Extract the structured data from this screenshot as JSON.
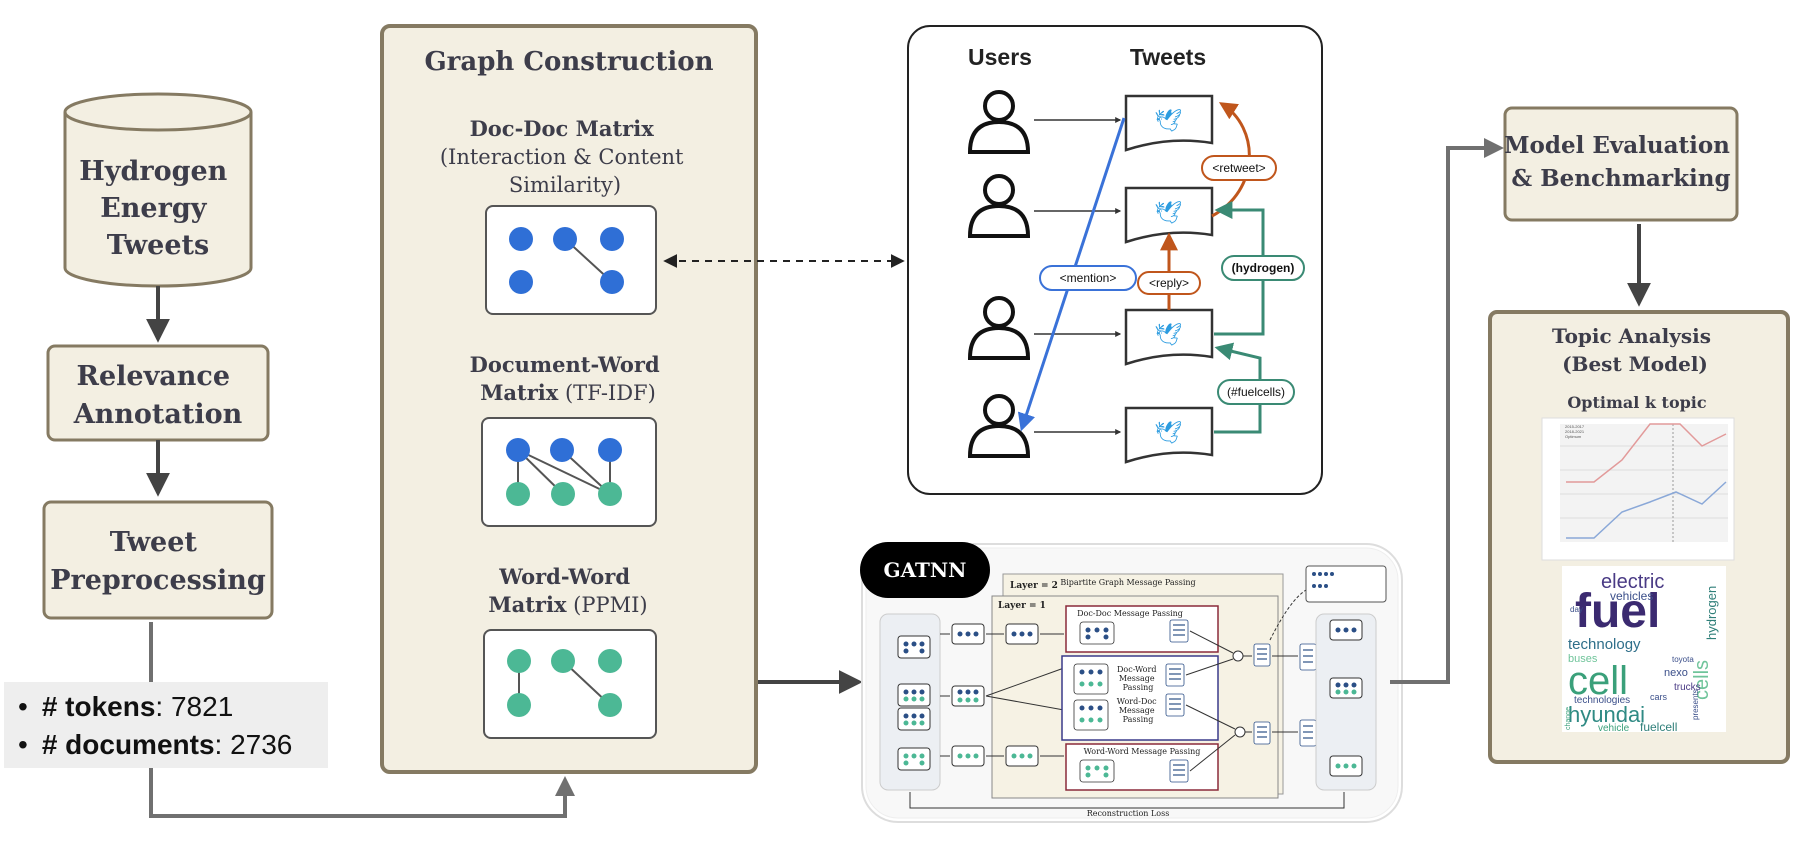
{
  "source": {
    "label_lines": [
      "Hydrogen",
      "Energy",
      "Tweets"
    ]
  },
  "steps": {
    "relevance": [
      "Relevance",
      "Annotation"
    ],
    "preprocessing": [
      "Tweet",
      "Preprocessing"
    ]
  },
  "stats": [
    {
      "key": "# tokens",
      "value": ": 7821"
    },
    {
      "key": "# documents",
      "value": ": 2736"
    }
  ],
  "graph_construction": {
    "title": "Graph Construction",
    "doc_doc": {
      "bold": "Doc-Doc Matrix",
      "line2": "(Interaction & Content",
      "line3": "Similarity)"
    },
    "doc_word": {
      "bold1": "Document-Word",
      "bold2": "Matrix",
      "normal2": " (TF-IDF)"
    },
    "word_word": {
      "bold1": "Word-Word",
      "bold2": "Matrix",
      "normal2": " (PPMI)"
    }
  },
  "interaction": {
    "users_header": "Users",
    "tweets_header": "Tweets",
    "edge_labels": {
      "retweet": "<retweet>",
      "mention": "<mention>",
      "reply": "<reply>",
      "hydrogen": "(hydrogen)",
      "fuelcells": "(#fuelcells)"
    },
    "colors": {
      "mention": "#3a72d8",
      "retweet": "#c0561c",
      "hashtag": "#3a8a74"
    }
  },
  "gatnn": {
    "badge": "GATNN",
    "layer2": "Layer = 2",
    "layer1": "Layer = 1",
    "bipartite_title": "Bipartite Graph Message Passing",
    "doc_doc_mp": "Doc-Doc Message Passing",
    "doc_word_mp": [
      "Doc-Word",
      "Message",
      "Passing"
    ],
    "word_doc_mp": [
      "Word-Doc",
      "Message",
      "Passing"
    ],
    "word_word_mp": "Word-Word Message Passing",
    "recon_loss": "Reconstruction Loss"
  },
  "evaluation": {
    "lines": [
      "Model Evaluation",
      "& Benchmarking"
    ]
  },
  "topic_analysis": {
    "lines": [
      "Topic Analysis",
      "(Best Model)"
    ],
    "optimal": "Optimal k topic",
    "chart_legend": [
      "2015-2017",
      "2018-2021",
      "Optimum"
    ],
    "wordcloud_words": [
      "electric",
      "fuel",
      "vehicles",
      "hydrogen",
      "technology",
      "cell",
      "cells",
      "hyundai",
      "technologies",
      "buses",
      "cars",
      "nexo",
      "trucks",
      "vehicle",
      "fuelcell",
      "day",
      "toyota",
      "presents",
      "change"
    ]
  },
  "colors": {
    "panel_fill": "#f3efe2",
    "panel_border": "#857a62",
    "doc_node": "#2f6fd6",
    "word_node": "#4cb895",
    "arrow": "#555555",
    "connector": "#707070"
  }
}
